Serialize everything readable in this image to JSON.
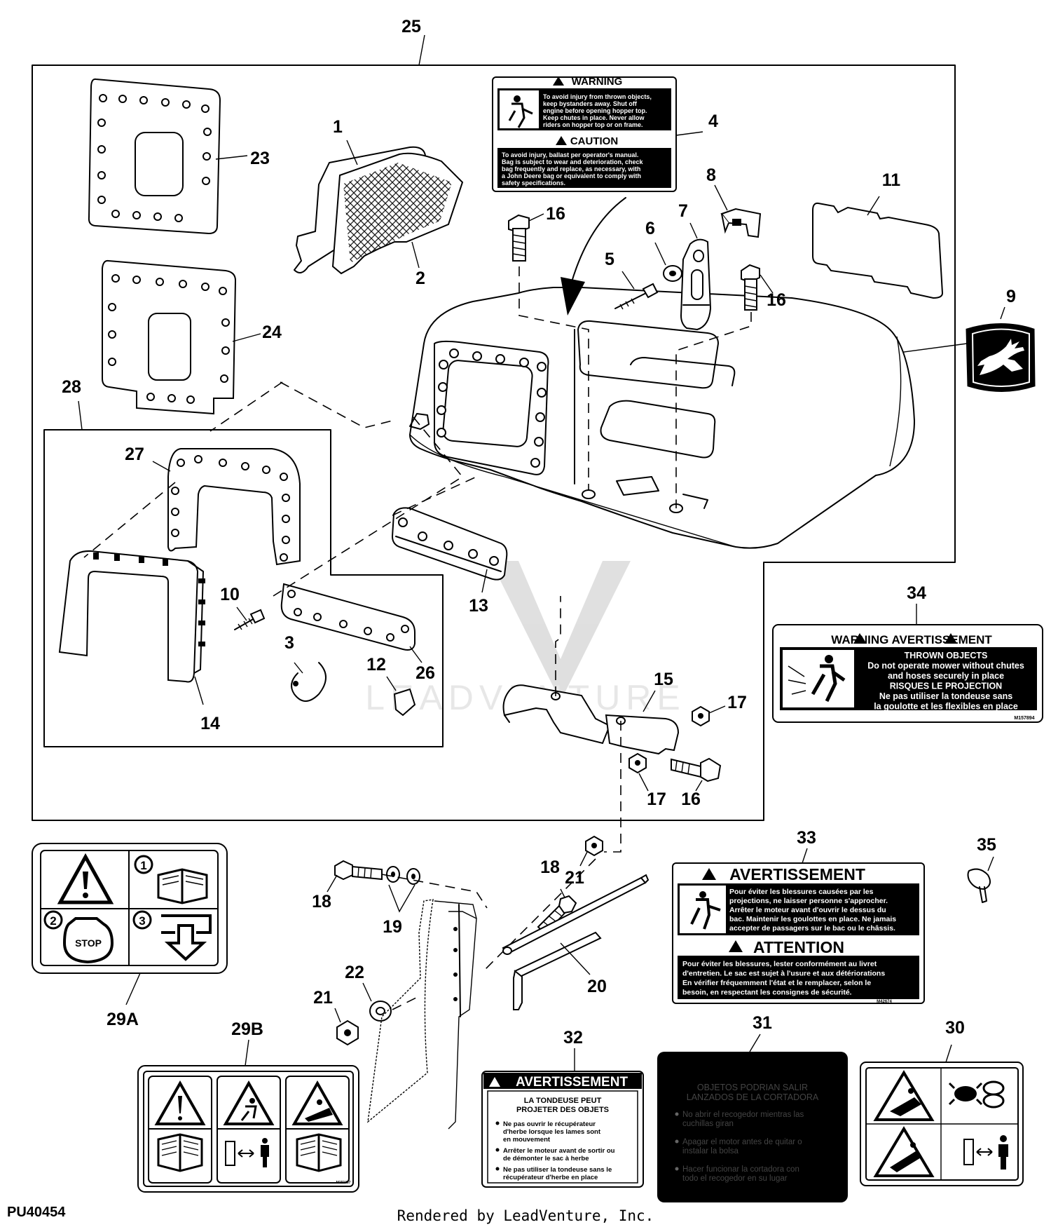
{
  "figure_id": "PU40454",
  "footer": "Rendered by LeadVenture, Inc.",
  "watermark": "LEADVENTURE",
  "callouts": {
    "c1": "1",
    "c2": "2",
    "c3": "3",
    "c4": "4",
    "c5": "5",
    "c6": "6",
    "c7": "7",
    "c8": "8",
    "c9": "9",
    "c10": "10",
    "c11": "11",
    "c12": "12",
    "c13": "13",
    "c14": "14",
    "c15": "15",
    "c16a": "16",
    "c16b": "16",
    "c16c": "16",
    "c17a": "17",
    "c17b": "17",
    "c18a": "18",
    "c18b": "18",
    "c19": "19",
    "c20": "20",
    "c21a": "21",
    "c21b": "21",
    "c22": "22",
    "c23": "23",
    "c24": "24",
    "c25": "25",
    "c26": "26",
    "c27": "27",
    "c28": "28",
    "c29a": "29A",
    "c29b": "29B",
    "c30": "30",
    "c31": "31",
    "c32": "32",
    "c33": "33",
    "c34": "34",
    "c35": "35"
  },
  "label4": {
    "warning_title": "WARNING",
    "warning_lines": [
      "To avoid injury from thrown objects,",
      "keep bystanders away. Shut off",
      "engine before opening hopper top.",
      "Keep chutes in place. Never allow",
      "riders on hopper top or on frame."
    ],
    "caution_title": "CAUTION",
    "caution_lines": [
      "To avoid injury, ballast per operator's manual.",
      "Bag is subject to wear and deterioration, check",
      "bag frequently and replace, as necessary, with",
      "a John Deere bag or equivalent to comply with",
      "safety specifications."
    ]
  },
  "label34": {
    "title": "WARNING  AVERTISSEMENT",
    "lines": [
      "THROWN OBJECTS",
      "Do not operate mower without chutes",
      "and hoses securely in place",
      "RISQUES LE PROJECTION",
      "Ne pas utiliser la tondeuse sans",
      "la goulotte et les flexibles en place"
    ],
    "part_no": "M157894"
  },
  "label33": {
    "title1": "AVERTISSEMENT",
    "lines1": [
      "Pour éviter les blessures causées par les",
      "projections, ne laisser personne s'approcher.",
      "Arrêter le moteur avant d'ouvrir le dessus du",
      "bac. Maintenir les goulottes en place. Ne jamais",
      "accepter de passagers sur le bac ou le châssis."
    ],
    "title2": "ATTENTION",
    "lines2": [
      "Pour éviter les blessures, lester conformément au livret",
      "d'entretien. Le sac est sujet à l'usure et aux détériorations",
      "En vérifier fréquemment l'état et le remplacer, selon le",
      "besoin, en respectant les consignes de sécurité."
    ],
    "part_no": "M42674"
  },
  "label32": {
    "title": "AVERTISSEMENT",
    "heading": [
      "LA TONDEUSE PEUT",
      "PROJETER DES OBJETS"
    ],
    "bullets": [
      [
        "Ne pas ouvrir le récupérateur",
        "d'herbe lorsque les lames sont",
        "en mouvement"
      ],
      [
        "Arrêter le moteur avant de sortir ou",
        "de démonter le sac à herbe"
      ],
      [
        "Ne pas utiliser la tondeuse sans le",
        "récupérateur d'herbe en place"
      ]
    ]
  },
  "label31": {
    "heading": [
      "OBJETOS PODRIAN SALIR",
      "LANZADOS DE LA CORTADORA"
    ],
    "bullets": [
      [
        "No abrir el recogedor mientras las",
        "cuchillas giran"
      ],
      [
        "Apagar el motor antes de quitar o",
        "instalar la bolsa"
      ],
      [
        "Hacer funcionar la cortadora con",
        "todo el recogedor en su lugar"
      ]
    ]
  },
  "label29a": {
    "num1": "1",
    "num2": "2",
    "num3": "3",
    "stop": "STOP"
  },
  "label29b": {
    "part_no": "M150457"
  }
}
